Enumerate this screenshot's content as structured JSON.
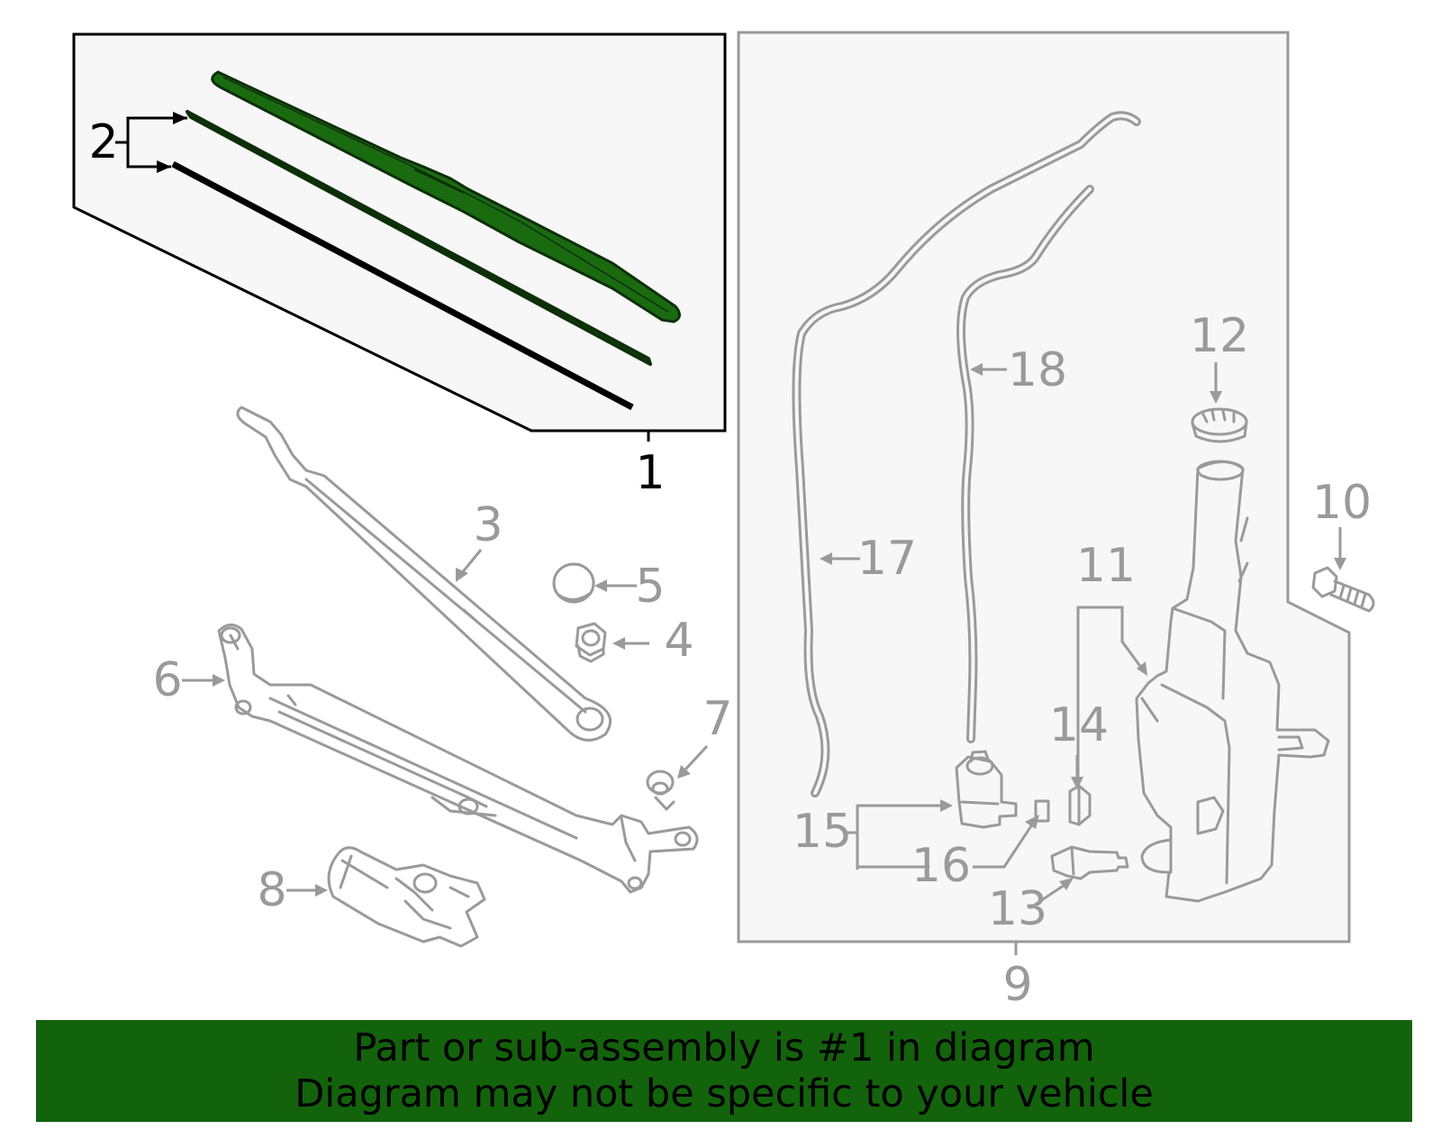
{
  "colors": {
    "highlight_part": "#1a6b10",
    "highlight_outline": "#0c2f08",
    "gray_parts": "#9a9a9a",
    "box_fill": "#f7f7f7",
    "banner": "#13620c"
  },
  "callouts": {
    "c1": "1",
    "c2": "2",
    "c3": "3",
    "c4": "4",
    "c5": "5",
    "c6": "6",
    "c7": "7",
    "c8": "8",
    "c9": "9",
    "c10": "10",
    "c11": "11",
    "c12": "12",
    "c13": "13",
    "c14": "14",
    "c15": "15",
    "c16": "16",
    "c17": "17",
    "c18": "18"
  },
  "banner": {
    "line1": "Part or sub-assembly is #1 in diagram",
    "line2": "Diagram may not be specific to your vehicle"
  }
}
